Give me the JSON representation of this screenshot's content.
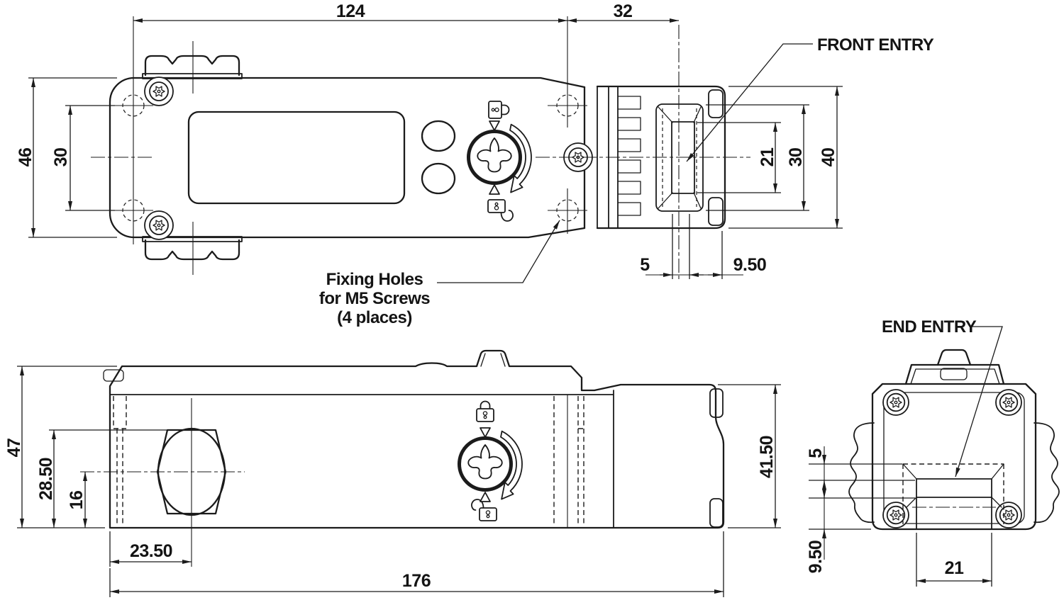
{
  "drawing": {
    "kind": "technical-dimension-drawing",
    "views": [
      "top-view",
      "side-view",
      "end-view"
    ],
    "line_color": "#1b1b1b",
    "background": "#ffffff"
  },
  "callouts": {
    "front_entry": "FRONT ENTRY",
    "end_entry": "END ENTRY",
    "fixing_holes_line1": "Fixing Holes",
    "fixing_holes_line2": "for M5 Screws",
    "fixing_holes_line3": "(4 places)"
  },
  "dims": {
    "top": {
      "d124": "124",
      "d32": "32",
      "d46": "46",
      "d30_left": "30",
      "d21": "21",
      "d30_right": "30",
      "d40": "40",
      "d5": "5",
      "d9_50": "9.50"
    },
    "side": {
      "d47": "47",
      "d28_50": "28.50",
      "d16": "16",
      "d23_50": "23.50",
      "d176": "176",
      "d41_50": "41.50"
    },
    "end": {
      "d5": "5",
      "d9_50": "9.50",
      "d21": "21"
    }
  }
}
